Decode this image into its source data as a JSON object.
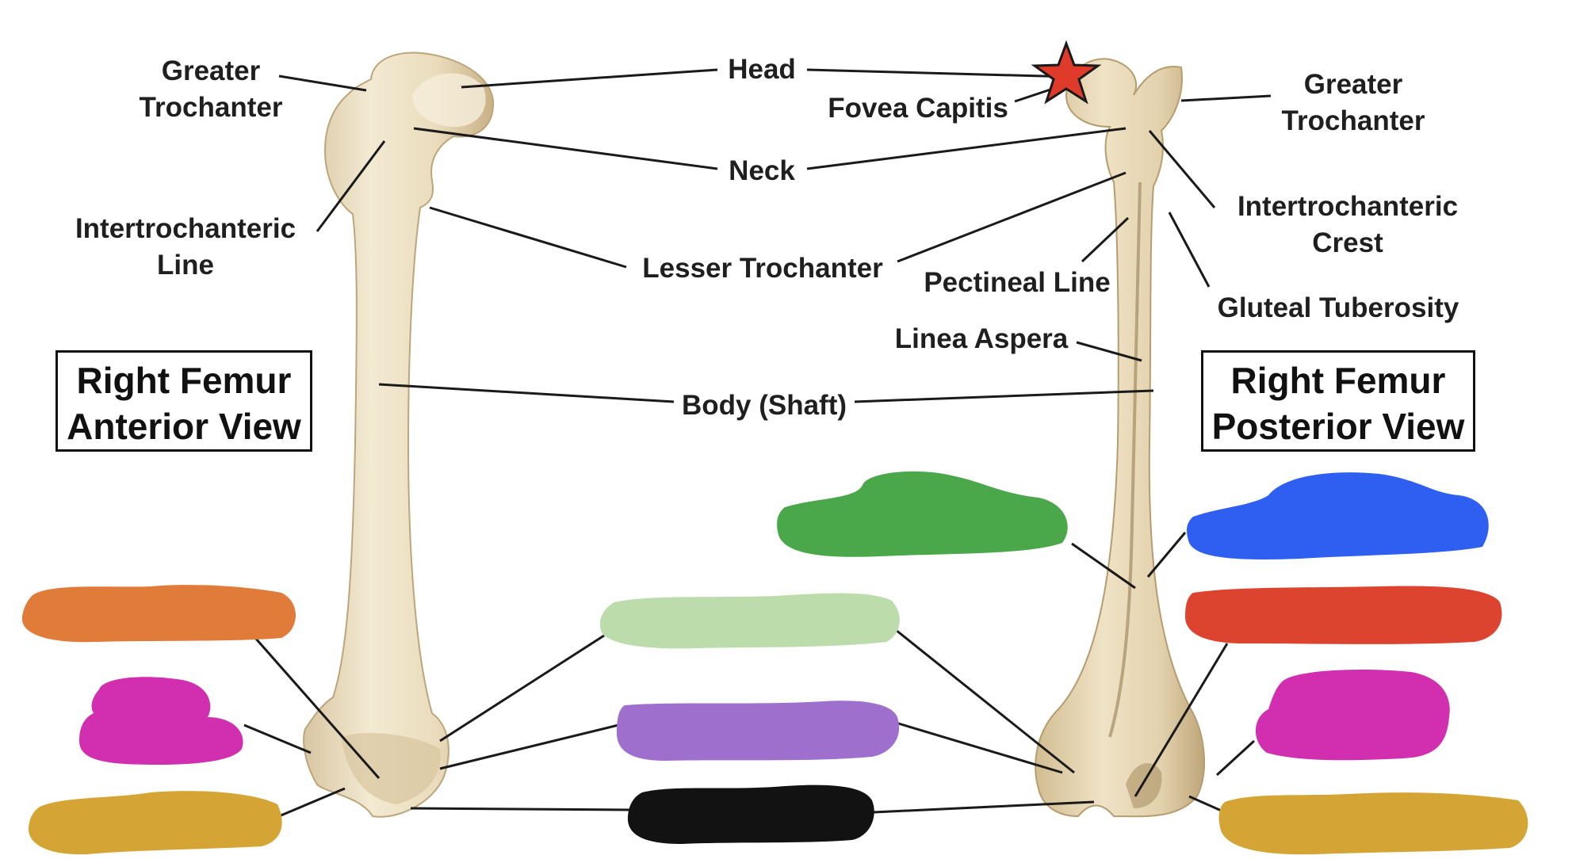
{
  "labels": {
    "greater_trochanter_left": [
      "Greater",
      "Trochanter"
    ],
    "head": "Head",
    "fovea_capitis": "Fovea Capitis",
    "greater_trochanter_right": [
      "Greater",
      "Trochanter"
    ],
    "neck": "Neck",
    "intertrochanteric_line": [
      "Intertrochanteric",
      "Line"
    ],
    "intertrochanteric_crest": [
      "Intertrochanteric",
      "Crest"
    ],
    "lesser_trochanter": "Lesser Trochanter",
    "pectineal_line": "Pectineal Line",
    "gluteal_tuberosity": "Gluteal Tuberosity",
    "linea_aspera": "Linea Aspera",
    "body_shaft": "Body (Shaft)"
  },
  "titles": {
    "anterior": [
      "Right Femur",
      "Anterior View"
    ],
    "posterior": [
      "Right Femur",
      "Posterior View"
    ]
  },
  "colors": {
    "bone": "#e8dcc0",
    "bone_shadow": "#c9b48e",
    "leader_line": "#1a1a1a",
    "star": "#e03a2a",
    "hidden_orange": "#e07b39",
    "hidden_magenta": "#d12fb0",
    "hidden_gold": "#d4a534",
    "hidden_light_green": "#bcdcac",
    "hidden_purple": "#9e6fcc",
    "hidden_black": "#121212",
    "hidden_green": "#4aa84a",
    "hidden_blue": "#2f5ff0",
    "hidden_red": "#dd4430",
    "hidden_magenta_2": "#d12fb0",
    "hidden_gold_2": "#d4a534"
  },
  "icons": {
    "fovea_marker": "star-icon"
  }
}
